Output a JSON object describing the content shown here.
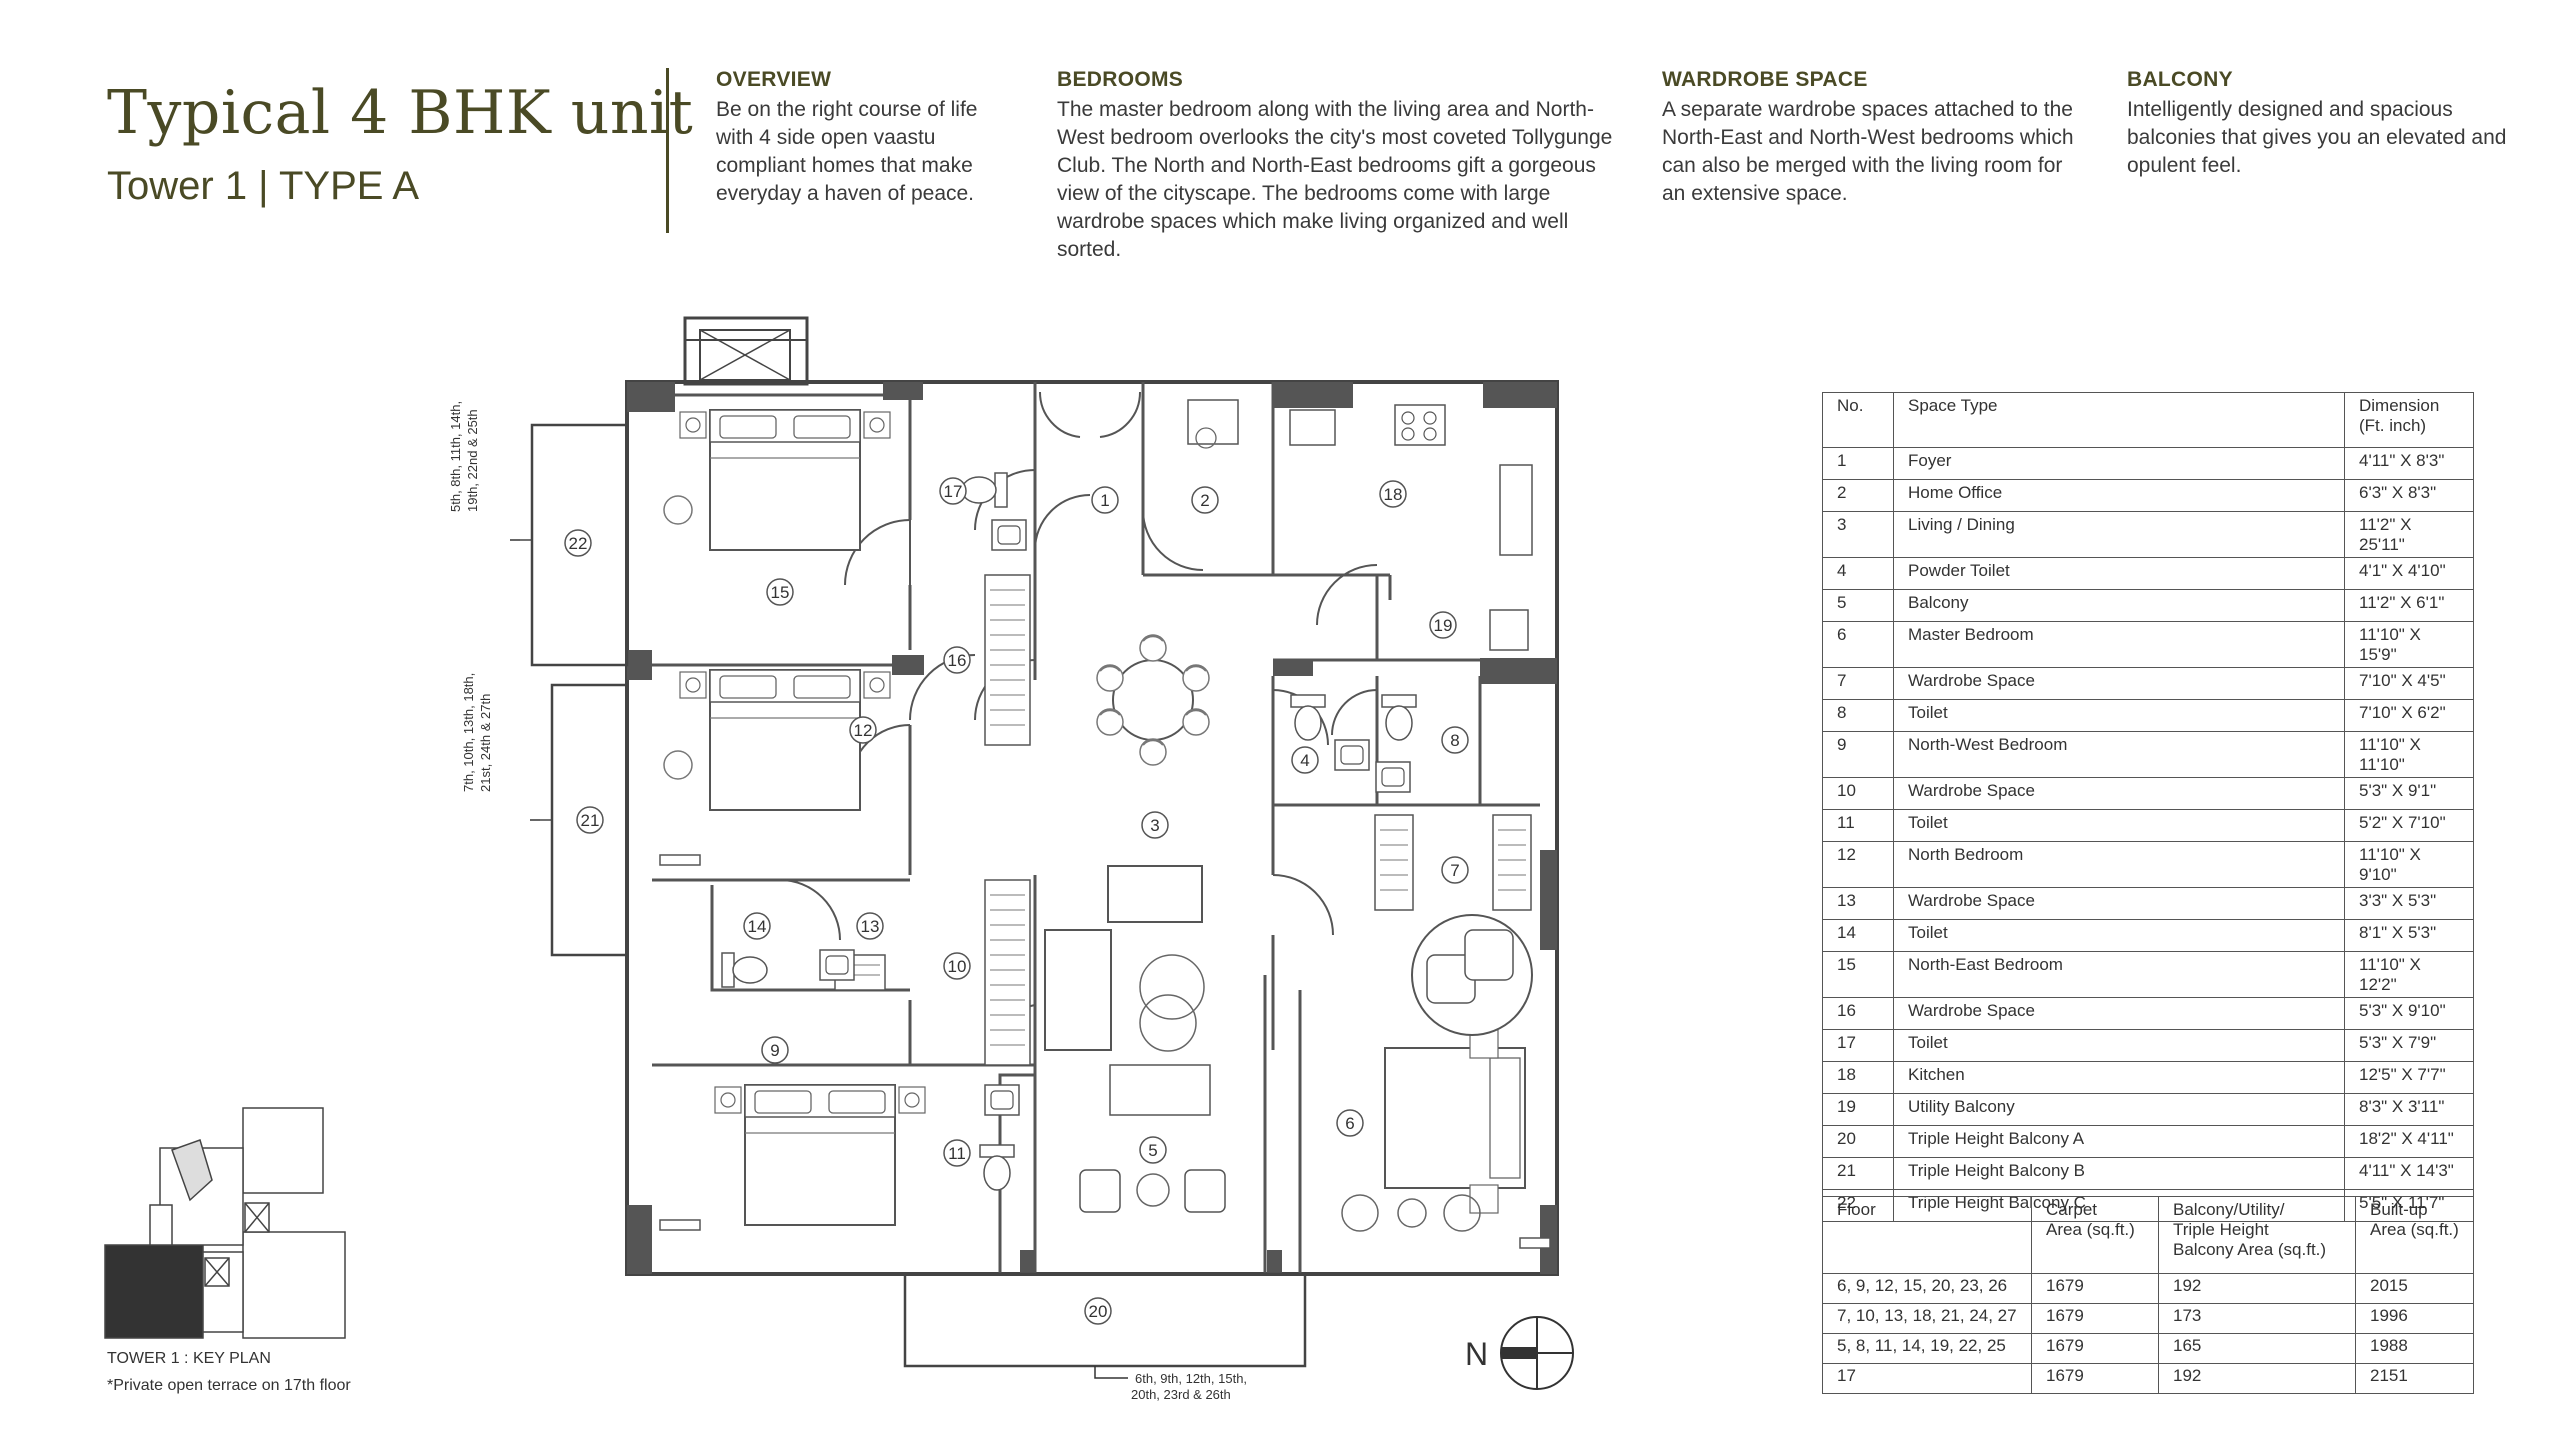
{
  "header": {
    "title": "Typical 4 BHK unit",
    "subtitle": "Tower 1 | TYPE A"
  },
  "info": {
    "overview": {
      "heading": "OVERVIEW",
      "text": "Be on the right course of life with 4 side open vaastu compliant homes that make everyday a haven of peace."
    },
    "bedrooms": {
      "heading": "BEDROOMS",
      "text": "The master bedroom along with the living area and North-West bedroom overlooks the city's most coveted Tollygunge Club. The North and North-East bedrooms gift a gorgeous view of the cityscape. The bedrooms come with large wardrobe spaces which make living organized and well sorted."
    },
    "wardrobe": {
      "heading": "WARDROBE SPACE",
      "text": "A separate wardrobe spaces attached to the North-East and North-West bedrooms which can also be merged with the living room for an extensive space."
    },
    "balcony": {
      "heading": "BALCONY",
      "text": "Intelligently designed and spacious balconies that gives you an elevated and opulent feel."
    }
  },
  "space_table": {
    "headers": {
      "no": "No.",
      "type": "Space Type",
      "dim_line1": "Dimension",
      "dim_line2": "(Ft. inch)"
    },
    "rows": [
      {
        "no": "1",
        "type": "Foyer",
        "dim": "4'11\" X 8'3\""
      },
      {
        "no": "2",
        "type": "Home Office",
        "dim": "6'3\" X 8'3\""
      },
      {
        "no": "3",
        "type": "Living / Dining",
        "dim": "11'2\" X 25'11\""
      },
      {
        "no": "4",
        "type": "Powder Toilet",
        "dim": "4'1\" X 4'10\""
      },
      {
        "no": "5",
        "type": "Balcony",
        "dim": "11'2\" X 6'1\""
      },
      {
        "no": "6",
        "type": "Master Bedroom",
        "dim": "11'10\" X 15'9\""
      },
      {
        "no": "7",
        "type": "Wardrobe Space",
        "dim": "7'10\" X 4'5\""
      },
      {
        "no": "8",
        "type": "Toilet",
        "dim": "7'10\" X 6'2\""
      },
      {
        "no": "9",
        "type": "North-West Bedroom",
        "dim": "11'10\" X 11'10\""
      },
      {
        "no": "10",
        "type": "Wardrobe Space",
        "dim": "5'3\" X 9'1\""
      },
      {
        "no": "11",
        "type": "Toilet",
        "dim": "5'2\" X 7'10\""
      },
      {
        "no": "12",
        "type": "North Bedroom",
        "dim": "11'10\" X 9'10\""
      },
      {
        "no": "13",
        "type": "Wardrobe Space",
        "dim": "3'3\" X 5'3\""
      },
      {
        "no": "14",
        "type": "Toilet",
        "dim": "8'1\" X 5'3\""
      },
      {
        "no": "15",
        "type": "North-East Bedroom",
        "dim": "11'10\" X 12'2\""
      },
      {
        "no": "16",
        "type": "Wardrobe Space",
        "dim": "5'3\" X 9'10\""
      },
      {
        "no": "17",
        "type": "Toilet",
        "dim": "5'3\" X 7'9\""
      },
      {
        "no": "18",
        "type": "Kitchen",
        "dim": "12'5\" X 7'7\""
      },
      {
        "no": "19",
        "type": "Utility Balcony",
        "dim": "8'3\" X 3'11\""
      },
      {
        "no": "20",
        "type": "Triple Height Balcony A",
        "dim": "18'2\" X 4'11\""
      },
      {
        "no": "21",
        "type": "Triple Height Balcony B",
        "dim": "4'11\" X 14'3\""
      },
      {
        "no": "22",
        "type": "Triple Height Balcony C",
        "dim": "5'5\" X 11'7\""
      }
    ]
  },
  "floor_table": {
    "headers": {
      "floor": "Floor",
      "carpet_1": "Carpet",
      "carpet_2": "Area (sq.ft.)",
      "balcony_1": "Balcony/Utility/",
      "balcony_2": "Triple Height",
      "balcony_3": "Balcony Area (sq.ft.)",
      "built_1": "Built-up",
      "built_2": "Area (sq.ft.)"
    },
    "rows": [
      {
        "floor": "6, 9, 12, 15, 20, 23, 26",
        "carpet": "1679",
        "balcony": "192",
        "built": "2015"
      },
      {
        "floor": "7, 10, 13, 18, 21, 24, 27",
        "carpet": "1679",
        "balcony": "173",
        "built": "1996"
      },
      {
        "floor": "5, 8, 11, 14, 19, 22, 25",
        "carpet": "1679",
        "balcony": "165",
        "built": "1988"
      },
      {
        "floor": "17",
        "carpet": "1679",
        "balcony": "192",
        "built": "2151"
      }
    ]
  },
  "plan": {
    "balcony_c_floors_line1": "5th, 8th, 11th, 14th,",
    "balcony_c_floors_line2": "19th, 22nd & 25th",
    "balcony_b_floors_line1": "7th, 10th, 13th, 18th,",
    "balcony_b_floors_line2": "21st, 24th & 27th",
    "balcony_a_floors_line1": "6th, 9th, 12th, 15th,",
    "balcony_a_floors_line2": "20th, 23rd & 26th",
    "north_label": "N"
  },
  "keyplan": {
    "caption": "TOWER 1 : KEY PLAN",
    "note": "*Private open terrace on 17th floor"
  }
}
